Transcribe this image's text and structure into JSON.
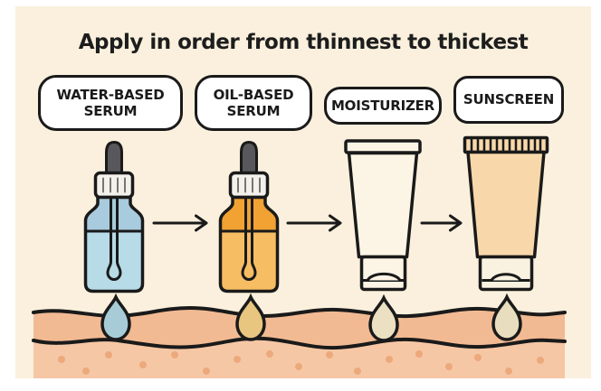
{
  "title": "Apply in order from thinnest to thickest",
  "steps": [
    {
      "lines": [
        "WATER-BASED",
        "SERUM"
      ],
      "icon": "dropper-bottle-icon",
      "liquid_top": "#a8cbdd",
      "liquid_bottom": "#b7dbe7",
      "drop_color": "#a7ccd7"
    },
    {
      "lines": [
        "OIL-BASED",
        "SERUM"
      ],
      "icon": "dropper-bottle-icon",
      "liquid_top": "#f1a233",
      "liquid_bottom": "#f7bd63",
      "drop_color": "#e9c67f"
    },
    {
      "lines": [
        "MOISTURIZER"
      ],
      "icon": "squeeze-tube-icon",
      "tube_color": "#fcf5e6",
      "cap_color": "#fcf5e6",
      "drop_color": "#ebe0c1"
    },
    {
      "lines": [
        "SUNSCREEN"
      ],
      "icon": "squeeze-tube-icon",
      "tube_color": "#f8d8ab",
      "cap_color": "#faf2e1",
      "drop_color": "#e8ddbe"
    }
  ],
  "arrow_icon": "right-arrow-icon",
  "colors": {
    "page_frame": "#ffffff",
    "background": "#faf0dd",
    "ink": "#1a1a1a",
    "label_box_bg": "#ffffff",
    "dropper_bulb": "#58585c",
    "dropper_cap": "#f4f1ec",
    "skin_upper": "#f2ba92",
    "skin_lower": "#f6c7a5",
    "skin_dot": "#eca97c"
  }
}
